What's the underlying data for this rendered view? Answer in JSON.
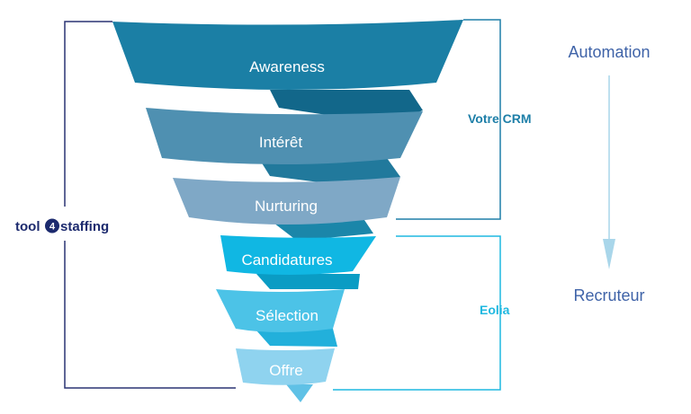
{
  "funnel": {
    "stages": [
      {
        "label": "Awareness",
        "color": "#1b7fa5",
        "shade": "#12678a"
      },
      {
        "label": "Intérêt",
        "color": "#4f90b1",
        "shade": "#21799c"
      },
      {
        "label": "Nurturing",
        "color": "#7fa8c6",
        "shade": "#1b86a9"
      },
      {
        "label": "Candidatures",
        "color": "#10b7e3",
        "shade": "#0a9cc4"
      },
      {
        "label": "Sélection",
        "color": "#4cc3e7",
        "shade": "#22b0db"
      },
      {
        "label": "Offre",
        "color": "#8fd3ef",
        "shade": "#5fc1e6"
      }
    ]
  },
  "brand": {
    "prefix": "tool",
    "digit": "4",
    "suffix": "staffing",
    "color": "#1c2a6e"
  },
  "groups": {
    "crm": {
      "label": "Votre CRM",
      "color": "#1e7fa8"
    },
    "eolia": {
      "label": "Eolia",
      "color": "#1fb8e0"
    }
  },
  "flow": {
    "top_label": "Automation",
    "bottom_label": "Recruteur",
    "arrow_color": "#a9d6ea",
    "label_color": "#3f63a8"
  },
  "outline_color": "#2a3474"
}
